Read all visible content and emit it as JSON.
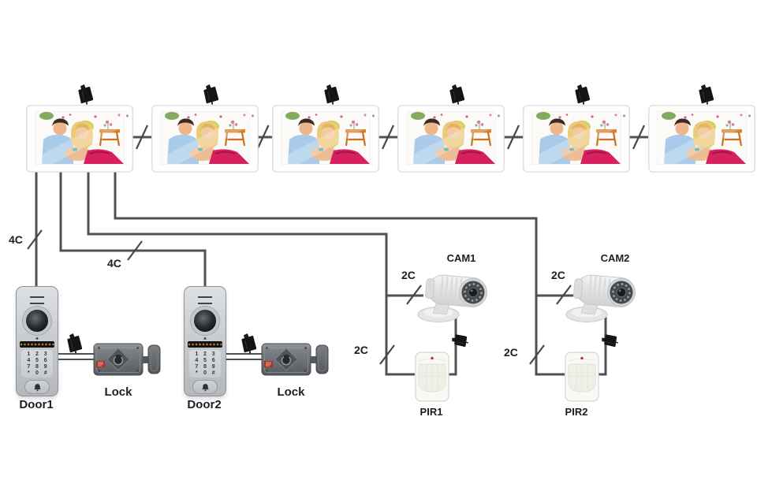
{
  "wire_labels": {
    "door1_riser": "4C",
    "door2_riser": "4C",
    "cam1_branch": "2C",
    "cam2_branch": "2C",
    "pir1_branch": "2C",
    "pir2_branch": "2C"
  },
  "device_labels": {
    "door1": "Door1",
    "door2": "Door2",
    "lock1": "Lock",
    "lock2": "Lock",
    "cam1": "CAM1",
    "cam2": "CAM2",
    "pir1": "PIR1",
    "pir2": "PIR2"
  },
  "keypad_keys": [
    "1",
    "2",
    "3",
    "4",
    "5",
    "6",
    "7",
    "8",
    "9",
    "*",
    "0",
    "#"
  ],
  "monitors": {
    "count": 6,
    "screen_content": "couple-photo"
  },
  "icons": {
    "monitor": "indoor-video-monitor",
    "power_adapter": "power-adapter-plug",
    "door_station": "door-station-keypad-panel",
    "doorbell": "bell-icon",
    "lock": "electric-rim-lock",
    "camera": "bullet-cctv-camera",
    "pir": "pir-motion-sensor"
  },
  "colors": {
    "background": "#ffffff",
    "wire": "#4e5254",
    "label_text": "#1d1d1d",
    "device_gray": "#c7cbcf",
    "lock_gray": "#5f6367",
    "adapter_black": "#141414",
    "table_orange": "#d97f2e",
    "photo_magenta": "#d6215e",
    "shirt_blue": "#a9cbe9",
    "hair_blonde": "#ecca7c"
  }
}
